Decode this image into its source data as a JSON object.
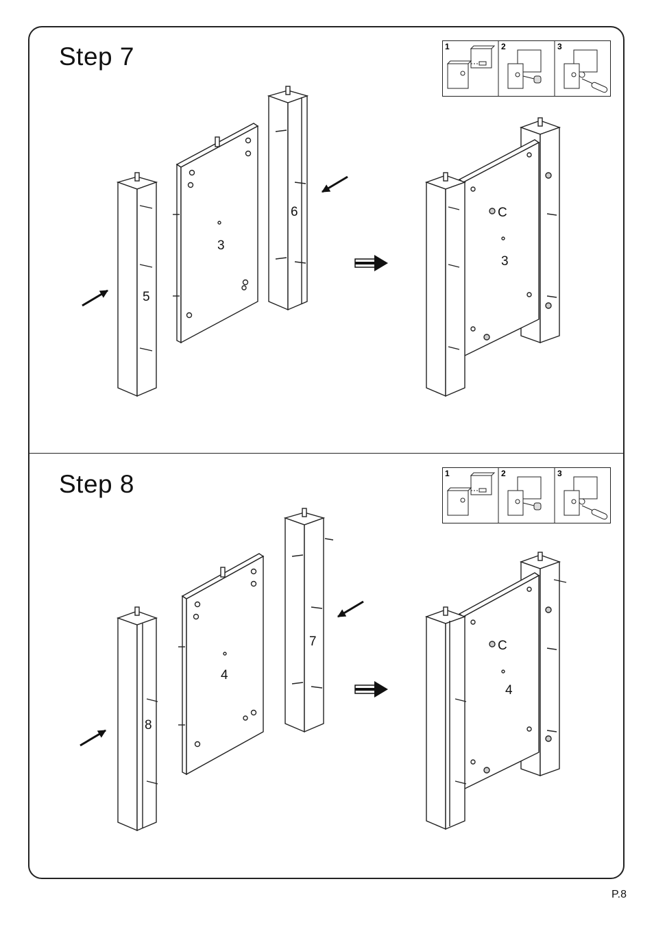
{
  "steps": [
    {
      "title": "Step  7",
      "left_post": "5",
      "panel": "3",
      "right_post": "6",
      "result_panel": "3",
      "hardware": "C"
    },
    {
      "title": "Step  8",
      "left_post": "8",
      "panel": "4",
      "right_post": "7",
      "result_panel": "4",
      "hardware": "C"
    }
  ],
  "mini_steps": [
    "1",
    "2",
    "3"
  ],
  "page": "P.8"
}
